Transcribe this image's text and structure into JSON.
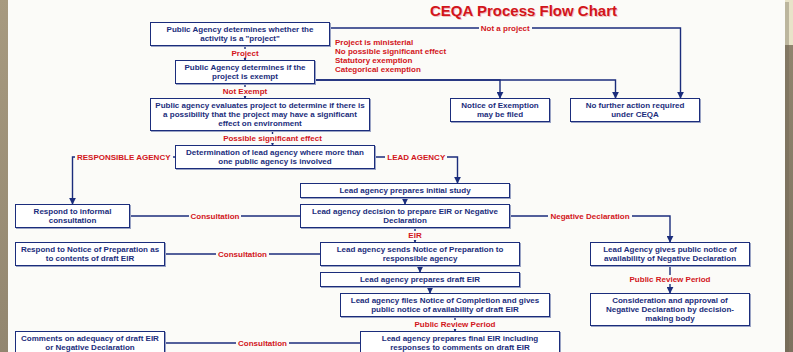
{
  "diagram": {
    "title": "CEQA Process Flow Chart",
    "nodes": [
      {
        "text": [
          "Public Agency determines whether the activity is a \"project\""
        ]
      },
      {
        "text": [
          "Public Agency determines if the project is exempt"
        ]
      },
      {
        "text": [
          "Public agency evaluates project to determine if there is a possibility that the project may have a significant effect on environment"
        ]
      },
      {
        "text": [
          "Notice of Exemption may be filed"
        ]
      },
      {
        "text": [
          "No further action required under CEQA"
        ]
      },
      {
        "text": [
          "Determination of lead agency where more than one public agency is involved"
        ]
      },
      {
        "text": [
          "Lead agency prepares initial study"
        ]
      },
      {
        "text": [
          "Lead agency decision to prepare EIR or Negative Declaration"
        ]
      },
      {
        "text": [
          "Respond to informal consultation"
        ]
      },
      {
        "text": [
          "Lead agency sends Notice of Preparation to responsible agency"
        ]
      },
      {
        "text": [
          "Lead agency prepares draft EIR"
        ]
      },
      {
        "text": [
          "Respond to Notice of Preparation as to contents of draft EIR"
        ]
      },
      {
        "text": [
          "Lead agency files Notice of Completion and gives public notice of availability of draft EIR"
        ]
      },
      {
        "text": [
          "Lead Agency gives public notice of availability of Negative Declaration"
        ]
      },
      {
        "text": [
          "Comments on adequacy of draft EIR or Negative Declaration"
        ]
      },
      {
        "text": [
          "Lead agency prepares final EIR including responses to comments on draft EIR"
        ]
      },
      {
        "text": [
          "Consideration and approval of Negative Declaration by decision-making body"
        ]
      }
    ],
    "edges": [
      {
        "from": 0,
        "to": 1,
        "label": "Project",
        "arrow": "to"
      },
      {
        "from": 0,
        "to": 4,
        "label": "Not a project",
        "arrow": "to"
      },
      {
        "from": 1,
        "to": 3,
        "arrow": "to"
      },
      {
        "from": 1,
        "to": 4,
        "arrow": "to"
      },
      {
        "from": 1,
        "to": 2,
        "label": "Not Exempt",
        "arrow": "to"
      },
      {
        "from": 2,
        "to": 5,
        "label": "Possible significant effect",
        "arrow": "to"
      },
      {
        "from": 5,
        "to": 6,
        "label": "LEAD AGENCY",
        "arrow": "to"
      },
      {
        "from": 5,
        "to": 8,
        "label": "RESPONSIBLE AGENCY",
        "arrow": "to"
      },
      {
        "from": 6,
        "to": 7,
        "arrow": "to"
      },
      {
        "from": 8,
        "to": 7,
        "label": "Consultation",
        "arrow": "none"
      },
      {
        "from": 7,
        "to": 9,
        "label": "EIR",
        "arrow": "to"
      },
      {
        "from": 7,
        "to": 13,
        "label": "Negative Declaration",
        "arrow": "to"
      },
      {
        "from": 9,
        "to": 10,
        "arrow": "to"
      },
      {
        "from": 11,
        "to": 9,
        "label": "Consultation",
        "arrow": "none"
      },
      {
        "from": 10,
        "to": 12,
        "arrow": "to"
      },
      {
        "from": 12,
        "to": 15,
        "label": "Public Review Period",
        "arrow": "to"
      },
      {
        "from": 13,
        "to": 16,
        "label": "Public Review Period",
        "arrow": "to"
      },
      {
        "from": 14,
        "to": 15,
        "label": "Consultation",
        "arrow": "none"
      }
    ],
    "labels": [
      "Project is ministerial",
      "No possible significant effect",
      "Statutory exemption",
      "Categorical exemption"
    ]
  }
}
